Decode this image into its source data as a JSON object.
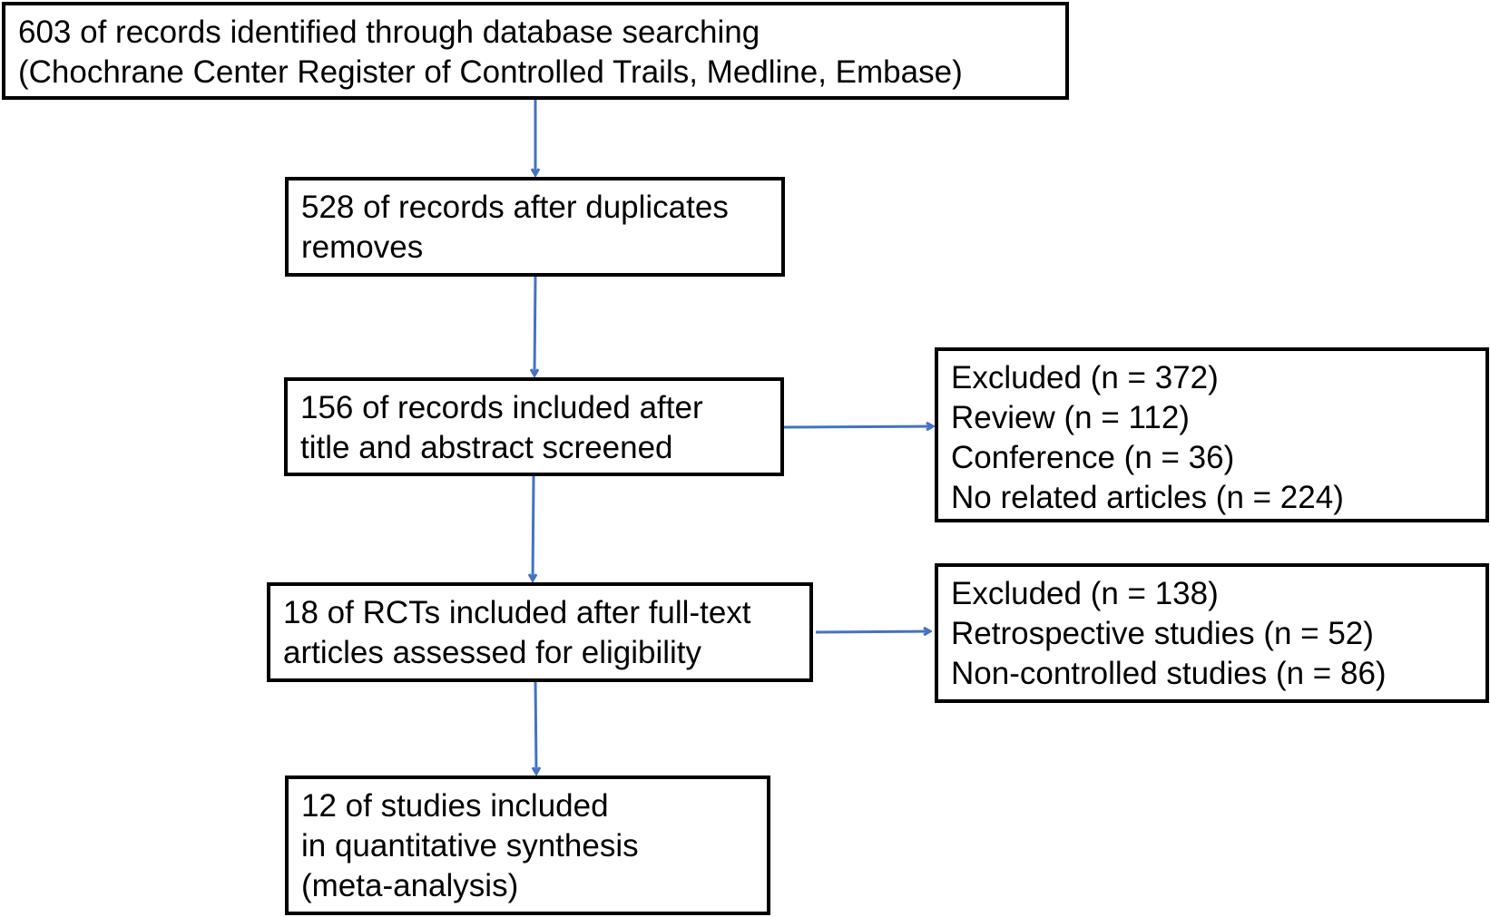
{
  "boxes": {
    "identified": [
      "603 of records identified through database searching",
      "(Chochrane Center Register of Controlled Trails, Medline, Embase)"
    ],
    "deduplicated": [
      "528 of records after duplicates",
      "removes"
    ],
    "screened": [
      "156 of records included after",
      "title and abstract screened"
    ],
    "fulltext": [
      "18 of RCTs included after full-text",
      "articles assessed for eligibility"
    ],
    "included": [
      "12 of studies included",
      "in quantitative synthesis",
      "(meta-analysis)"
    ],
    "excluded_screening": [
      "Excluded (n = 372)",
      "Review (n = 112)",
      "Conference (n = 36)",
      "No related articles (n = 224)"
    ],
    "excluded_fulltext": [
      "Excluded (n = 138)",
      "Retrospective studies (n = 52)",
      "Non-controlled studies (n = 86)"
    ]
  },
  "colors": {
    "arrow": "#4472C4",
    "border": "#000000"
  }
}
